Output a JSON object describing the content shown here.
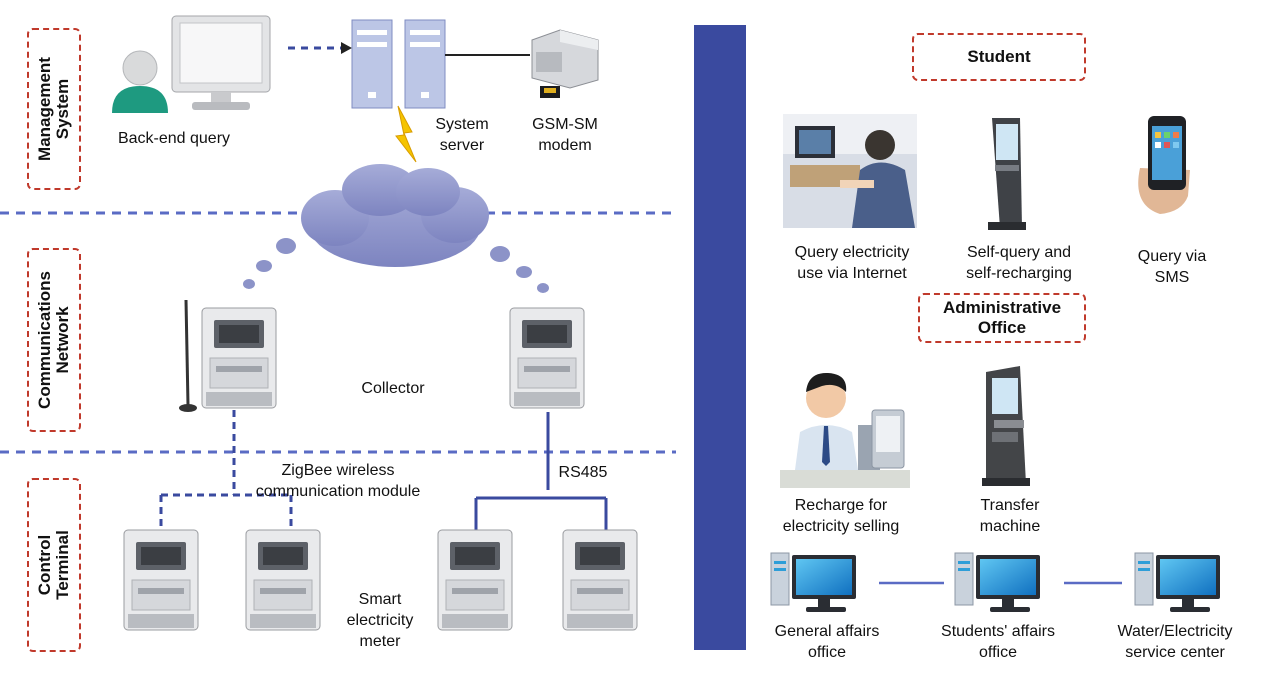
{
  "sections": {
    "management": {
      "line1": "Management",
      "line2": "System"
    },
    "communications": {
      "line1": "Communications",
      "line2": "Network"
    },
    "control": {
      "line1": "Control",
      "line2": "Terminal"
    }
  },
  "left": {
    "backend_query": "Back-end query",
    "system_server": {
      "line1": "System",
      "line2": "server"
    },
    "gsm_modem": {
      "line1": "GSM-SM",
      "line2": "modem"
    },
    "collector": "Collector",
    "zigbee": {
      "line1": "ZigBee wireless",
      "line2": "communication module"
    },
    "rs485": "RS485",
    "smart_meter": {
      "line1": "Smart",
      "line2": "electricity",
      "line3": "meter"
    }
  },
  "right": {
    "student": "Student",
    "query_internet": {
      "line1": "Query electricity",
      "line2": "use via Internet"
    },
    "self_query": {
      "line1": "Self-query and",
      "line2": "self-recharging"
    },
    "query_sms": {
      "line1": "Query via",
      "line2": "SMS"
    },
    "admin_office": {
      "line1": "Administrative",
      "line2": "Office"
    },
    "recharge": {
      "line1": "Recharge for",
      "line2": "electricity selling"
    },
    "transfer": {
      "line1": "Transfer",
      "line2": "machine"
    },
    "general_affairs": {
      "line1": "General affairs",
      "line2": "office"
    },
    "students_affairs": {
      "line1": "Students' affairs",
      "line2": "office"
    },
    "water_electricity": {
      "line1": "Water/Electricity",
      "line2": "service center"
    }
  },
  "colors": {
    "divider": "#3a4a9f",
    "dashed_line": "#5a6bc4",
    "label_border": "#c0392b",
    "cloud": "#8c93c8",
    "screen": "#1e8fd6"
  }
}
